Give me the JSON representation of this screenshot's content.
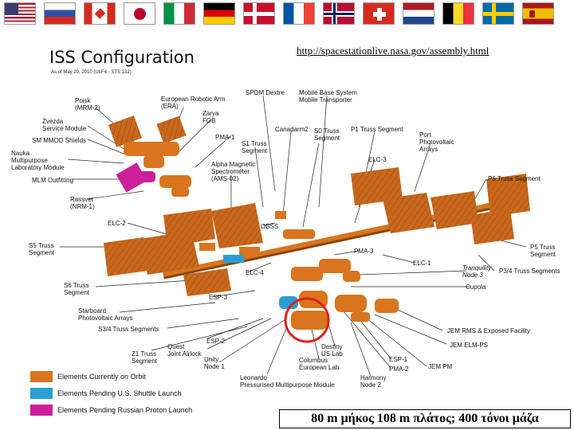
{
  "flags": [
    "usa-flag-icon",
    "russia-flag-icon",
    "canada-flag-icon",
    "japan-flag-icon",
    "italy-flag-icon",
    "germany-flag-icon",
    "denmark-flag-icon",
    "france-flag-icon",
    "norway-flag-icon",
    "switzerland-flag-icon",
    "netherlands-flag-icon",
    "belgium-flag-icon",
    "sweden-flag-icon",
    "spain-flag-icon"
  ],
  "diagram": {
    "title": "ISS Configuration",
    "subtitle": "As of May 20, 2010 (ULF4 - STS 132)",
    "url": "http://spacestationlive.nasa.gov/assembly.html",
    "labels": {
      "poisk": "Poisk\n(MRM-2)",
      "zvezda": "Zvezda\nService Module",
      "smmod": "SM MMOD Shields",
      "nauka": "Nauka\nMultipurpose\nLaboratory Module",
      "mlm": "MLM Outfitting",
      "rassvet": "Rassvet\n(NRM-1)",
      "era": "European Robotic Arm\n(ERA)",
      "zarya": "Zarya\nFGB",
      "pma1": "PMA-1",
      "ams": "Alpha Magnetic\nSpectrometer\n(AMS-02)",
      "s1": "S1 Truss\nSegment",
      "spdm": "SPDM Dextre",
      "canadarm": "Canadarm2",
      "s0": "S0 Truss\nSegment",
      "mbs": "Mobile Base System\nMobile Transporter",
      "p1": "P1 Truss Segment",
      "portpv": "Port\nPhotovoltaic\nArrays",
      "elc3": "ELC-3",
      "p6": "P6 Truss Segment",
      "elc2": "ELC-2",
      "obss": "OBSS",
      "s5": "S5 Truss\nSegment",
      "p5": "P5 Truss\nSegment",
      "pma3": "PMA-3",
      "elc1": "ELC-1",
      "tranquility": "Tranquility\nNode 3",
      "p34": "P3/4 Truss Segments",
      "cupola": "Cupola",
      "elc4": "ELC-4",
      "s6": "S6 Truss\nSegment",
      "esp3": "ESP-3",
      "starpv": "Starboard\nPhotovoltaic Arrays",
      "s34": "S3/4 Truss Segments",
      "esp2": "ESP-2",
      "z1": "Z1 Truss\nSegment",
      "quest": "Quest\nJoint Airlock",
      "unity": "Unity\nNode 1",
      "destiny": "Destiny\nUS Lab",
      "columbus": "Columbus\nEuropean Lab",
      "esp1": "ESP-1",
      "pma2": "PMA-2",
      "jemrms": "JEM RMS & Exposed Facility",
      "jemelm": "JEM ELM-PS",
      "jempm": "JEM PM",
      "leonardo": "Leonardo\nPressurised Multipurpose Module",
      "harmony": "Harmony\nNode 2"
    }
  },
  "legend": [
    {
      "label": "Elements Currently on Orbit",
      "color": "#d8751e"
    },
    {
      "label": "Elements Pending U.S. Shuttle Launch",
      "color": "#2a9ed3"
    },
    {
      "label": "Elements Pending Russian Proton Launch",
      "color": "#cc1f9a"
    }
  ],
  "caption": "80 m μήκος 108 m πλάτος; 400 τόνοι μάζα",
  "colors": {
    "orbit": "#d8751e",
    "panel": "#b8601a",
    "highlight_circle": "#e0201c",
    "leader": "#222222"
  }
}
